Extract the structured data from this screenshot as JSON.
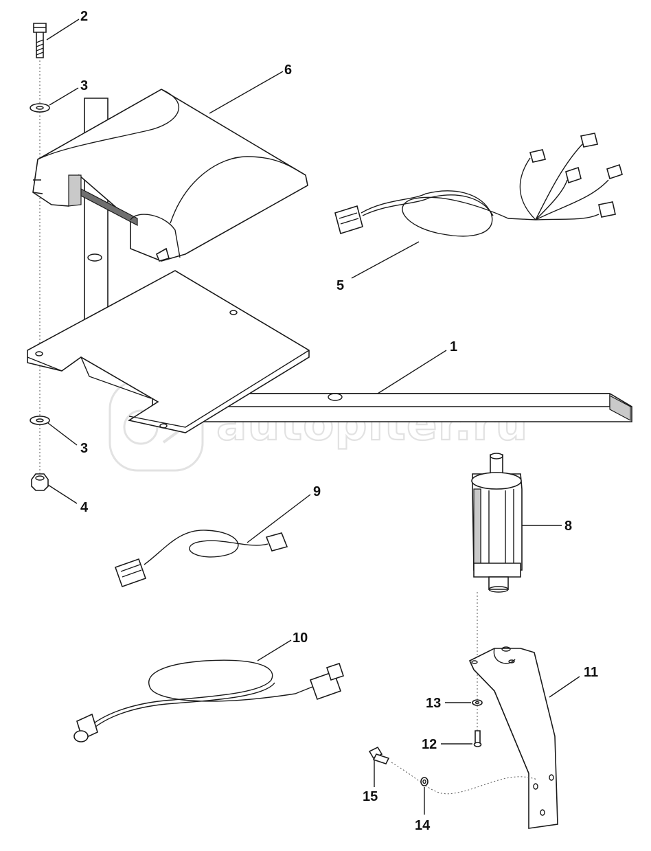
{
  "callouts": {
    "c1": "1",
    "c2": "2",
    "c3a": "3",
    "c3b": "3",
    "c4": "4",
    "c5": "5",
    "c6": "6",
    "c8": "8",
    "c9": "9",
    "c10": "10",
    "c11": "11",
    "c12": "12",
    "c13": "13",
    "c14": "14",
    "c15": "15"
  },
  "watermark": {
    "text": "autopiter.ru"
  },
  "colors": {
    "line": "#1a1a1a",
    "shade": "#c9c9c9",
    "watermark": "#e2e2e2"
  }
}
